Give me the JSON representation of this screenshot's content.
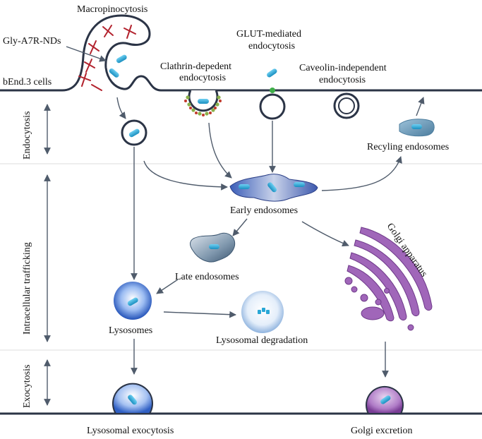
{
  "labels": {
    "macropinocytosis": "Macropinocytosis",
    "gly_a7r_nds": "Gly-A7R-NDs",
    "bend3_cells": "bEnd.3 cells",
    "clathrin_line1": "Clathrin-depedent",
    "clathrin_line2": "endocytosis",
    "glut_line1": "GLUT-mediated",
    "glut_line2": "endocytosis",
    "caveolin_line1": "Caveolin-independent",
    "caveolin_line2": "endocytosis",
    "recycling_endosomes": "Recyling endosomes",
    "early_endosomes": "Early endosomes",
    "golgi_apparatus": "Golgi apparatus",
    "late_endosomes": "Late endosomes",
    "lysosomes": "Lysosomes",
    "lysosomal_degradation": "Lysosomal degradation",
    "lysosomal_exocytosis": "Lysosomal exocytosis",
    "golgi_excretion": "Golgi excretion"
  },
  "sections": {
    "endocytosis": "Endocytosis",
    "intracellular_trafficking": "Intracellular trafficking",
    "exocytosis": "Exocytosis"
  },
  "colors": {
    "membrane": "#2b3446",
    "actin": "#b3232e",
    "particle": "#29a7d6",
    "lysosome": "#2a5fc2",
    "golgi": "#8f52a8",
    "arrow": "#4f5b6b"
  }
}
